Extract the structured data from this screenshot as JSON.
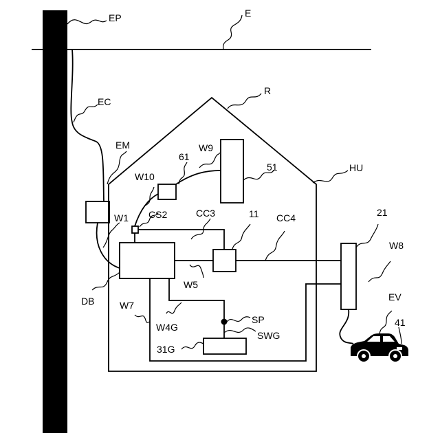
{
  "labels": {
    "ep": "EP",
    "e": "E",
    "ec": "EC",
    "em": "EM",
    "r": "R",
    "hu": "HU",
    "w9": "W9",
    "n61": "61",
    "n51": "51",
    "w10": "W10",
    "cs2": "CS2",
    "w1": "W1",
    "cc3": "CC3",
    "n11": "11",
    "cc4": "CC4",
    "n21": "21",
    "w8": "W8",
    "ev": "EV",
    "n41": "41",
    "db": "DB",
    "w5": "W5",
    "w7": "W7",
    "w4g": "W4G",
    "sp": "SP",
    "swg": "SWG",
    "g31": "31G"
  },
  "colors": {
    "line": "#000000",
    "background": "#ffffff"
  }
}
